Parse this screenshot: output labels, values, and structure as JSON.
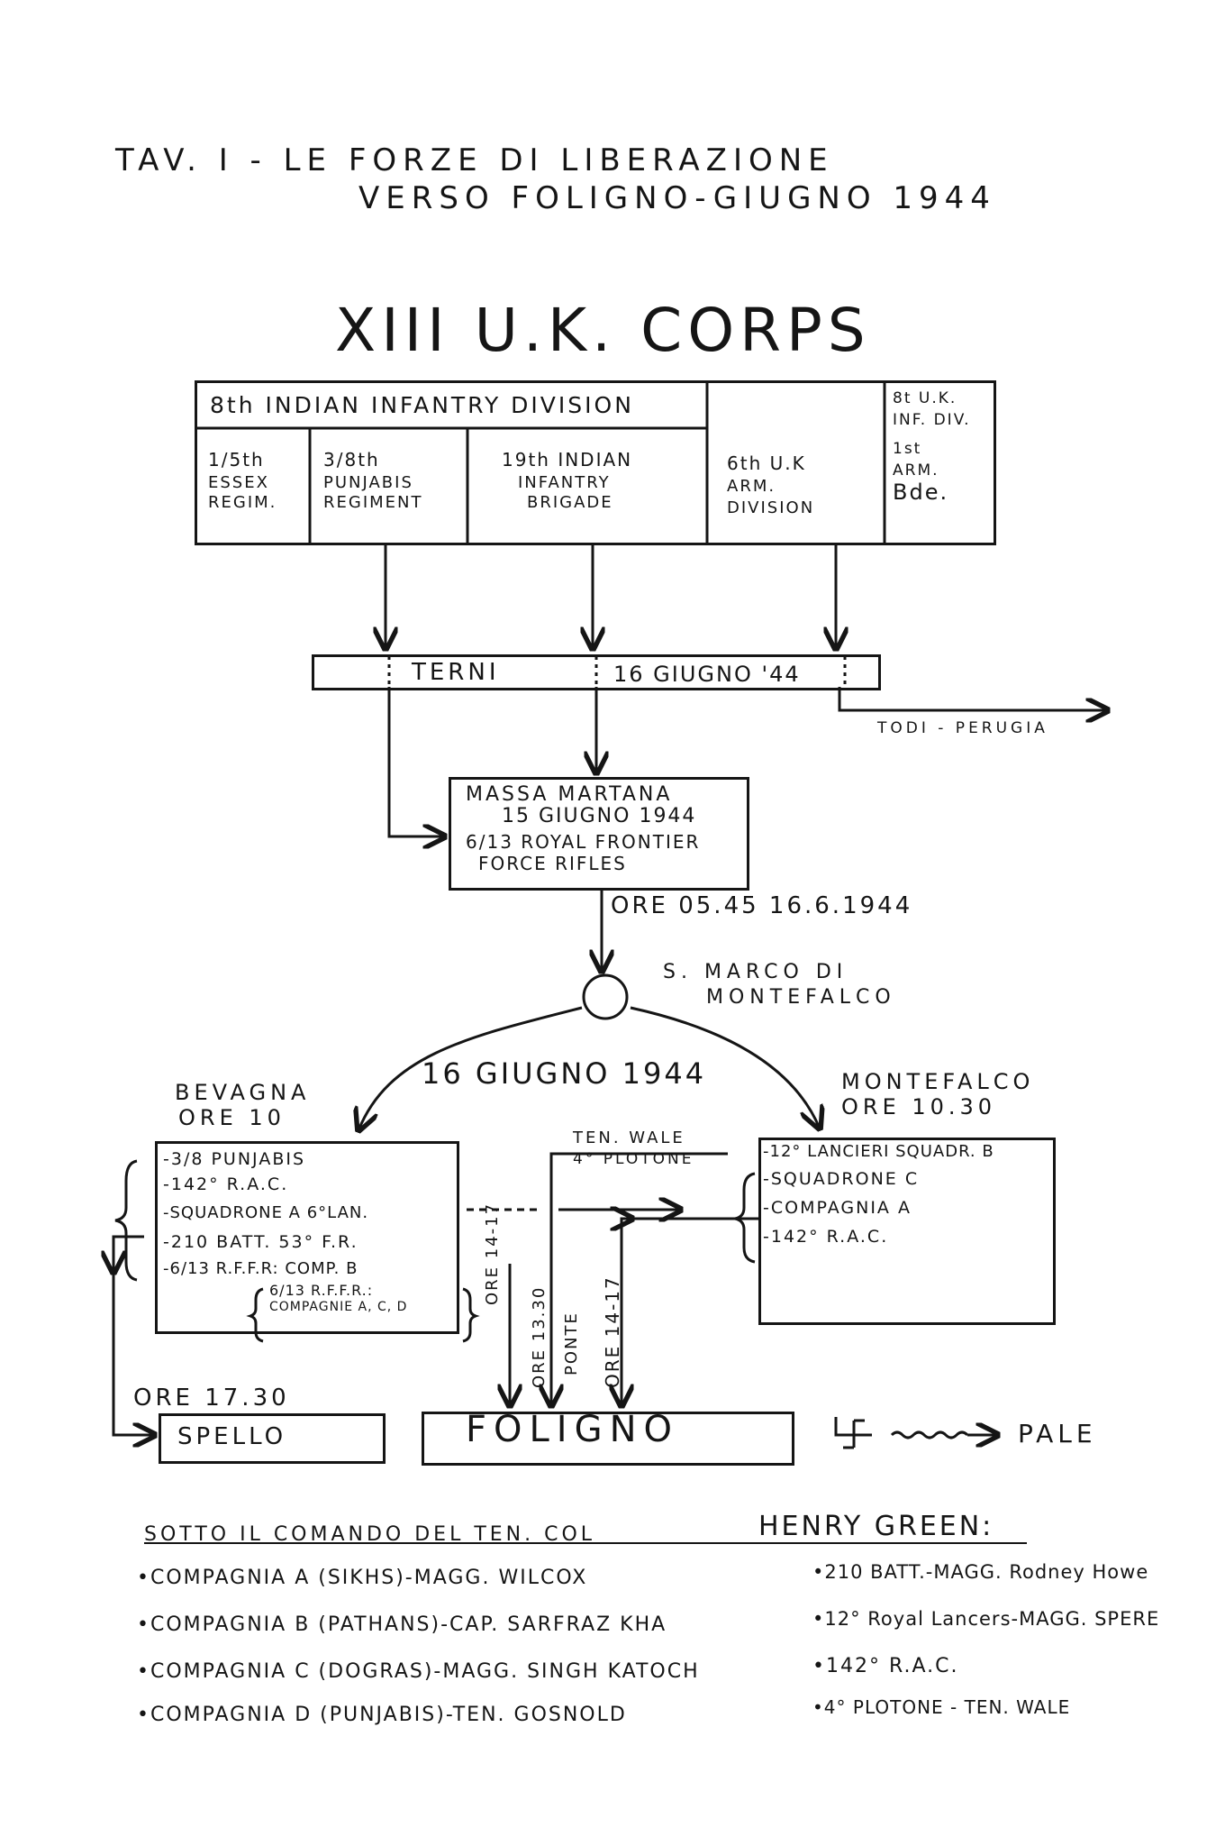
{
  "header": {
    "title_line1": "TAV. I  -  LE FORZE DI LIBERAZIONE",
    "title_line2": "VERSO FOLIGNO-GIUGNO 1944",
    "corps": "XIII U.K. CORPS"
  },
  "top_box": {
    "division_8": "8th INDIAN INFANTRY DIVISION",
    "unit_1_5": [
      "1/5th",
      "ESSEX",
      "REGIM."
    ],
    "unit_3_8": [
      "3/8th",
      "PUNJABIS",
      "REGIMENT"
    ],
    "unit_19": [
      "19th INDIAN",
      "INFANTRY",
      "BRIGADE"
    ],
    "unit_6uk": [
      "6th U.K",
      "ARM.",
      "DIVISION"
    ],
    "unit_right": [
      "8t U.K.",
      "INF. DIV.",
      "1st",
      "ARM.",
      "Bde."
    ]
  },
  "terni": {
    "label": "TERNI",
    "date": "16 GIUGNO '44"
  },
  "todi_perugia": "TODI - PERUGIA",
  "massa_martana": [
    "MASSA MARTANA",
    "15 GIUGNO 1944",
    "6/13 ROYAL FRONTIER",
    "FORCE RIFLES"
  ],
  "ore_0545": "ORE 05.45 16.6.1944",
  "s_marco": [
    "S. MARCO DI",
    "MONTEFALCO"
  ],
  "giugno_16": "16 GIUGNO 1944",
  "bevagna": [
    "BEVAGNA",
    "ORE 10"
  ],
  "montefalco": [
    "MONTEFALCO",
    "ORE 10.30"
  ],
  "left_box": [
    "-3/8 PUNJABIS",
    "-142° R.A.C.",
    "-SQUADRONE A 6°LAN.",
    "-210 BATT. 53° F.R.",
    "-6/13 R.F.F.R: COMP. B",
    "6/13 R.F.F.R.:",
    "COMPAGNIE A, C, D"
  ],
  "right_box": [
    "-12° LANCIERI SQUADR. B",
    "-SQUADRONE C",
    "-COMPAGNIA A",
    "-142° R.A.C."
  ],
  "ten_wale": [
    "TEN. WALE",
    "4° PLOTONE"
  ],
  "vertical_labels": {
    "ore_14_17_a": "ORE 14-17",
    "ore_13_30": "ORE 13.30",
    "ponte": "PONTE",
    "ore_14_17_b": "ORE 14-17"
  },
  "ore_1730": "ORE 17.30",
  "spello": "SPELLO",
  "foligno": "FOLIGNO",
  "pale": "PALE",
  "command_heading": "SOTTO IL COMANDO DEL TEN. COL",
  "commander": "HENRY GREEN:",
  "legend_left": [
    "•COMPAGNIA A (SIKHS)-MAGG. WILCOX",
    "•COMPAGNIA B (PATHANS)-CAP. SARFRAZ KHA",
    "•COMPAGNIA C (DOGRAS)-MAGG. SINGH KATOCH",
    "•COMPAGNIA D (PUNJABIS)-TEN. GOSNOLD"
  ],
  "legend_right": [
    "•210 BATT.-MAGG. Rodney Howe",
    "•12° Royal Lancers-MAGG. SPERE",
    "•142° R.A.C.",
    "•4° PLOTONE - TEN. WALE"
  ]
}
